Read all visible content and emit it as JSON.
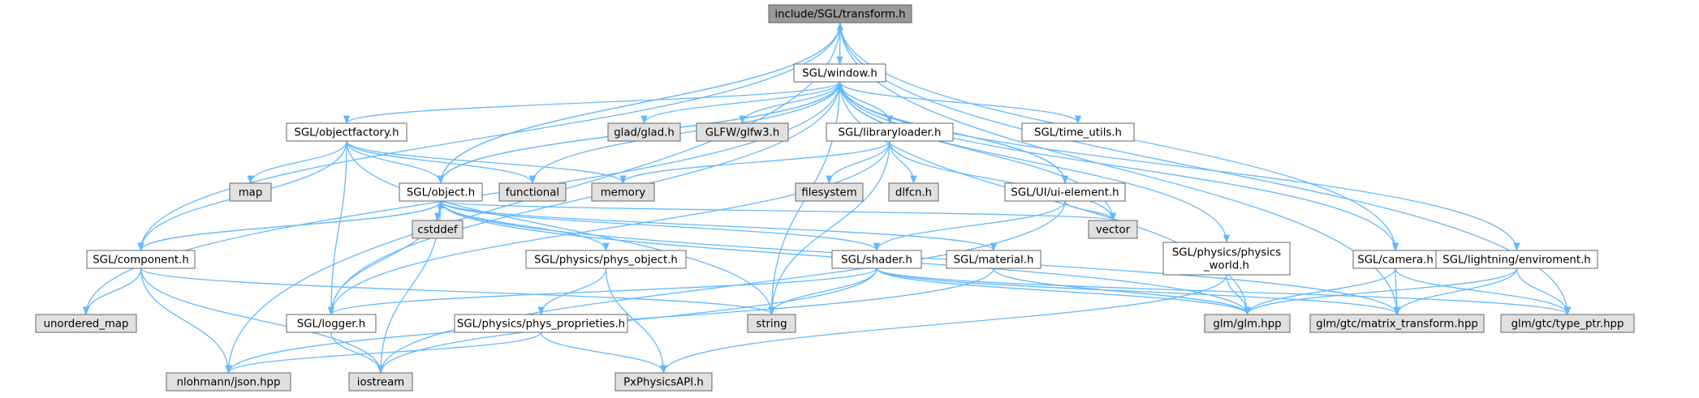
{
  "colors": {
    "edge": "#63b8ff",
    "node_fill": "#ffffff",
    "node_root_fill": "#999999",
    "node_external_fill": "#e0e0e0",
    "node_stroke": "#666666"
  },
  "nodes": {
    "transform": {
      "label": "include/SGL/transform.h",
      "kind": "root"
    },
    "window": {
      "label": "SGL/window.h",
      "kind": "header"
    },
    "objectfactory": {
      "label": "SGL/objectfactory.h",
      "kind": "header"
    },
    "glad": {
      "label": "glad/glad.h",
      "kind": "external"
    },
    "glfw": {
      "label": "GLFW/glfw3.h",
      "kind": "external"
    },
    "libraryloader": {
      "label": "SGL/libraryloader.h",
      "kind": "header"
    },
    "time_utils": {
      "label": "SGL/time_utils.h",
      "kind": "header"
    },
    "map": {
      "label": "map",
      "kind": "external"
    },
    "functional": {
      "label": "functional",
      "kind": "external"
    },
    "memory": {
      "label": "memory",
      "kind": "external"
    },
    "filesystem": {
      "label": "filesystem",
      "kind": "external"
    },
    "dlfcn": {
      "label": "dlfcn.h",
      "kind": "external"
    },
    "object": {
      "label": "SGL/object.h",
      "kind": "header"
    },
    "ui_element": {
      "label": "SGL/UI/ui-element.h",
      "kind": "header"
    },
    "cstddef": {
      "label": "cstddef",
      "kind": "external"
    },
    "vector": {
      "label": "vector",
      "kind": "external"
    },
    "component": {
      "label": "SGL/component.h",
      "kind": "header"
    },
    "phys_object": {
      "label": "SGL/physics/phys_object.h",
      "kind": "header"
    },
    "shader": {
      "label": "SGL/shader.h",
      "kind": "header"
    },
    "material": {
      "label": "SGL/material.h",
      "kind": "header"
    },
    "physics_world": {
      "label": "SGL/physics/physics\n_world.h",
      "kind": "header"
    },
    "camera": {
      "label": "SGL/camera.h",
      "kind": "header"
    },
    "lightning": {
      "label": "SGL/lightning/enviroment.h",
      "kind": "header"
    },
    "unordered_map": {
      "label": "unordered_map",
      "kind": "external"
    },
    "logger": {
      "label": "SGL/logger.h",
      "kind": "header"
    },
    "string": {
      "label": "string",
      "kind": "external"
    },
    "phys_proprieties": {
      "label": "SGL/physics/phys_proprieties.h",
      "kind": "header"
    },
    "glm": {
      "label": "glm/glm.hpp",
      "kind": "external"
    },
    "matrix_transform": {
      "label": "glm/gtc/matrix_transform.hpp",
      "kind": "external"
    },
    "type_ptr": {
      "label": "glm/gtc/type_ptr.hpp",
      "kind": "external"
    },
    "json": {
      "label": "nlohmann/json.hpp",
      "kind": "external"
    },
    "iostream": {
      "label": "iostream",
      "kind": "external"
    },
    "physx": {
      "label": "PxPhysicsAPI.h",
      "kind": "external"
    }
  },
  "edges": [
    [
      "transform",
      "window"
    ],
    [
      "transform",
      "object"
    ],
    [
      "transform",
      "component"
    ],
    [
      "transform",
      "camera"
    ],
    [
      "transform",
      "json"
    ],
    [
      "transform",
      "type_ptr"
    ],
    [
      "transform",
      "matrix_transform"
    ],
    [
      "window",
      "glad"
    ],
    [
      "window",
      "glfw"
    ],
    [
      "window",
      "objectfactory"
    ],
    [
      "window",
      "libraryloader"
    ],
    [
      "window",
      "time_utils"
    ],
    [
      "window",
      "ui_element"
    ],
    [
      "window",
      "object"
    ],
    [
      "window",
      "camera"
    ],
    [
      "window",
      "lightning"
    ],
    [
      "window",
      "physics_world"
    ],
    [
      "window",
      "vector"
    ],
    [
      "window",
      "string"
    ],
    [
      "window",
      "functional"
    ],
    [
      "window",
      "unordered_map"
    ],
    [
      "window",
      "logger"
    ],
    [
      "window",
      "glm"
    ],
    [
      "objectfactory",
      "map"
    ],
    [
      "objectfactory",
      "functional"
    ],
    [
      "objectfactory",
      "memory"
    ],
    [
      "objectfactory",
      "object"
    ],
    [
      "objectfactory",
      "component"
    ],
    [
      "objectfactory",
      "logger"
    ],
    [
      "objectfactory",
      "string"
    ],
    [
      "libraryloader",
      "window"
    ],
    [
      "libraryloader",
      "memory"
    ],
    [
      "libraryloader",
      "filesystem"
    ],
    [
      "libraryloader",
      "dlfcn"
    ],
    [
      "libraryloader",
      "vector"
    ],
    [
      "libraryloader",
      "string"
    ],
    [
      "libraryloader",
      "logger"
    ],
    [
      "ui_element",
      "window"
    ],
    [
      "ui_element",
      "vector"
    ],
    [
      "ui_element",
      "shader"
    ],
    [
      "ui_element",
      "iostream"
    ],
    [
      "object",
      "transform"
    ],
    [
      "object",
      "window"
    ],
    [
      "object",
      "cstddef"
    ],
    [
      "object",
      "vector"
    ],
    [
      "object",
      "component"
    ],
    [
      "object",
      "phys_object"
    ],
    [
      "object",
      "shader"
    ],
    [
      "object",
      "material"
    ],
    [
      "object",
      "logger"
    ],
    [
      "object",
      "iostream"
    ],
    [
      "object",
      "glm"
    ],
    [
      "object",
      "matrix_transform"
    ],
    [
      "component",
      "object"
    ],
    [
      "component",
      "unordered_map"
    ],
    [
      "component",
      "string"
    ],
    [
      "component",
      "json"
    ],
    [
      "component",
      "iostream"
    ],
    [
      "phys_object",
      "phys_proprieties"
    ],
    [
      "phys_object",
      "physx"
    ],
    [
      "phys_proprieties",
      "json"
    ],
    [
      "phys_proprieties",
      "physx"
    ],
    [
      "shader",
      "logger"
    ],
    [
      "shader",
      "string"
    ],
    [
      "shader",
      "glm"
    ],
    [
      "shader",
      "matrix_transform"
    ],
    [
      "shader",
      "type_ptr"
    ],
    [
      "shader",
      "iostream"
    ],
    [
      "material",
      "glm"
    ],
    [
      "material",
      "json"
    ],
    [
      "physics_world",
      "glm"
    ],
    [
      "physics_world",
      "physx"
    ],
    [
      "camera",
      "glm"
    ],
    [
      "camera",
      "matrix_transform"
    ],
    [
      "camera",
      "type_ptr"
    ],
    [
      "lightning",
      "glm"
    ],
    [
      "lightning",
      "matrix_transform"
    ],
    [
      "lightning",
      "type_ptr"
    ],
    [
      "logger",
      "iostream"
    ]
  ]
}
